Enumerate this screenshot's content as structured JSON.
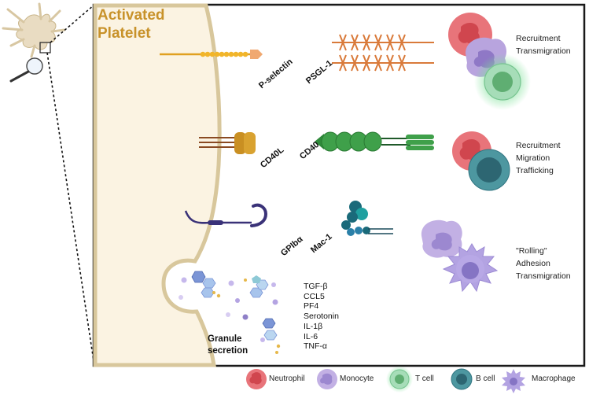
{
  "title": [
    "Activated",
    "Platelet"
  ],
  "molecules": {
    "p_selectin": "P-selectin",
    "psgl1": "PSGL-1",
    "cd40l": "CD40L",
    "cd40": "CD40",
    "gpib": "GPIbα",
    "mac1": "Mac-1"
  },
  "effects": {
    "row1": [
      "Recruitment",
      "Transmigration"
    ],
    "row2": [
      "Recruitment",
      "Migration",
      "Trafficking"
    ],
    "row3": [
      "\"Rolling\"",
      "Adhesion",
      "Transmigration"
    ]
  },
  "cytokines": [
    "TGF-β",
    "CCL5",
    "PF4",
    "Serotonin",
    "IL-1β",
    "IL-6",
    "TNF-α"
  ],
  "granule_label": [
    "Granule",
    "secretion"
  ],
  "legend": [
    {
      "label": "Neutrophil",
      "icon": "neutrophil-icon"
    },
    {
      "label": "Monocyte",
      "icon": "monocyte-icon"
    },
    {
      "label": "T cell",
      "icon": "t-cell-icon"
    },
    {
      "label": "B cell",
      "icon": "b-cell-icon"
    },
    {
      "label": "Macrophage",
      "icon": "macrophage-icon"
    }
  ],
  "colors": {
    "platelet_fill": "#fbf3e2",
    "platelet_border": "#d8c79c",
    "title": "#c8922a",
    "neutrophil": "#e8747a",
    "monocyte": "#b8a4de",
    "t_cell": "#8fd4a8",
    "b_cell": "#3d8a95",
    "macrophage": "#a795d8"
  }
}
